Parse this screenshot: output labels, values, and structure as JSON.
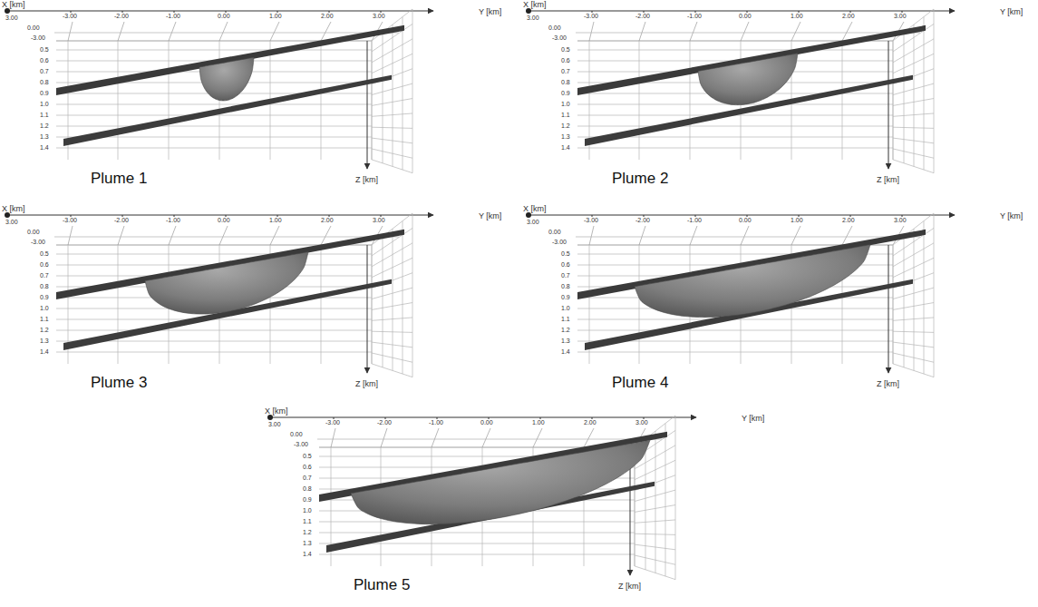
{
  "diagram": {
    "labels": [
      "X [km]",
      "3.00",
      "0.00",
      "-3.00",
      "-3.00",
      "-2.00",
      "-1.00",
      "0.00",
      "1.00",
      "2.00",
      "3.00",
      "Y [km]",
      "0.5",
      "0.6",
      "0.7",
      "0.8",
      "0.9",
      "1.0",
      "1.1",
      "1.2",
      "1.3",
      "1.4",
      "Z [km]",
      "Plume 1",
      "X [km]",
      "3.00",
      "0.00",
      "-3.00",
      "-3.00",
      "-2.00",
      "-1.00",
      "0.00",
      "1.00",
      "2.00",
      "3.00",
      "Y [km]",
      "0.5",
      "0.6",
      "0.7",
      "0.8",
      "0.9",
      "1.0",
      "1.1",
      "1.2",
      "1.3",
      "1.4",
      "Z [km]",
      "Plume 2",
      "X [km]",
      "3.00",
      "0.00",
      "-3.00",
      "-3.00",
      "-2.00",
      "-1.00",
      "0.00",
      "1.00",
      "2.00",
      "3.00",
      "Y [km]",
      "0.5",
      "0.6",
      "0.7",
      "0.8",
      "0.9",
      "1.0",
      "1.1",
      "1.2",
      "1.3",
      "1.4",
      "Z [km]",
      "Plume 3",
      "X [km]",
      "3.00",
      "0.00",
      "-3.00",
      "-3.00",
      "-2.00",
      "-1.00",
      "0.00",
      "1.00",
      "2.00",
      "3.00",
      "Y [km]",
      "0.5",
      "0.6",
      "0.7",
      "0.8",
      "0.9",
      "1.0",
      "1.1",
      "1.2",
      "1.3",
      "1.4",
      "Z [km]",
      "Plume 4",
      "X [km]",
      "3.00",
      "0.00",
      "-3.00",
      "-3.00",
      "-2.00",
      "-1.00",
      "0.00",
      "1.00",
      "2.00",
      "3.00",
      "Y [km]",
      "0.5",
      "0.6",
      "0.7",
      "0.8",
      "0.9",
      "1.0",
      "1.1",
      "1.2",
      "1.3",
      "1.4",
      "Z [km]",
      "Plume 5"
    ]
  }
}
